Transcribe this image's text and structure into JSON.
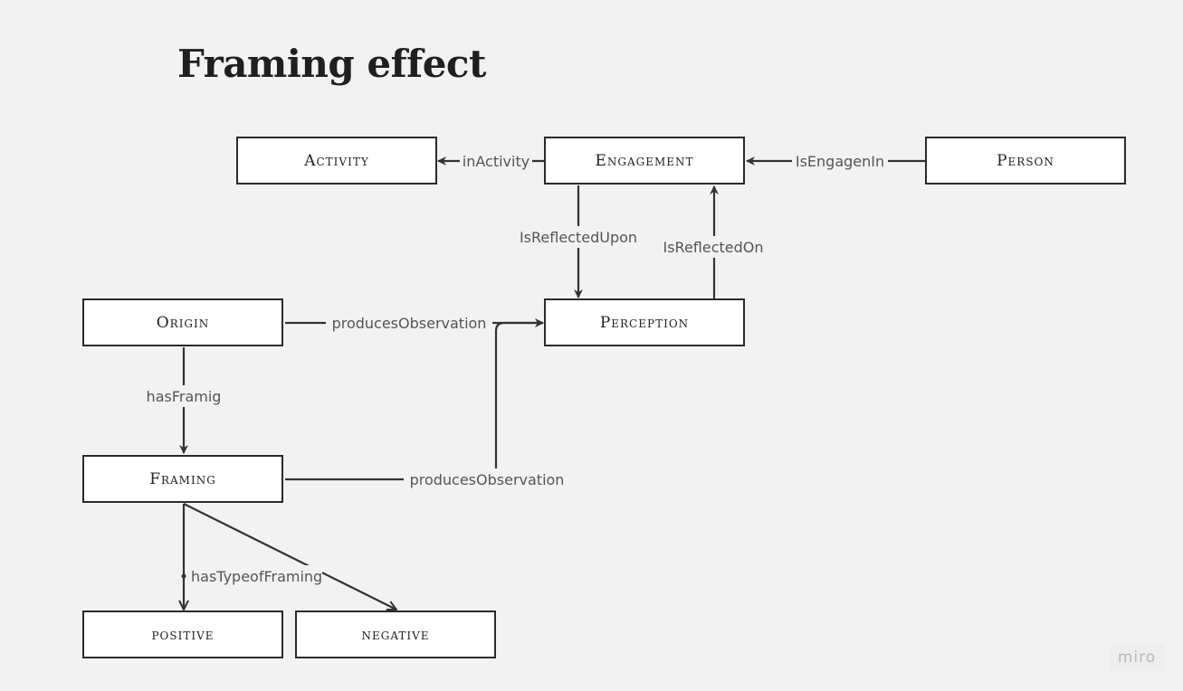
{
  "title": "Framing effect",
  "nodes": {
    "activity": "Activity",
    "engagement": "Engagement",
    "person": "Person",
    "origin": "Origin",
    "perception": "Perception",
    "framing": "Framing",
    "positive": "positive",
    "negative": "negative"
  },
  "edges": {
    "in_activity": "inActivity",
    "is_engagen_in": "IsEngagenIn",
    "is_reflected_upon": "IsReflectedUpon",
    "is_reflected_on": "IsReflectedOn",
    "produces_observation_origin": "producesObservation",
    "produces_observation_framing": "producesObservation",
    "has_framig": "hasFramig",
    "has_type_of_framing": "hasTypeofFraming"
  },
  "watermark": "miro",
  "colors": {
    "background": "#f2f2f2",
    "line": "#333333",
    "node_border": "#2a2a2a",
    "label": "#555555"
  }
}
